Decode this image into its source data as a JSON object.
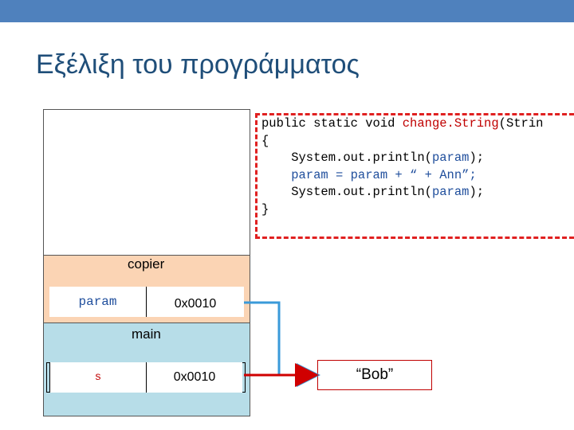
{
  "header": {
    "title": "Εξέλιξη του προγράμματος"
  },
  "stack": {
    "copier_frame": {
      "label": "copier",
      "var_name": "param",
      "var_value": "0x0010"
    },
    "main_frame": {
      "label": "main",
      "var_name": "s",
      "var_value": "0x0010"
    }
  },
  "heap": {
    "string_value": "“Bob”"
  },
  "code": {
    "line1": {
      "kw": "public static void ",
      "name": "change.String",
      "rest": "(Strin"
    },
    "line2": "{",
    "line3": {
      "prefix": "    System.out.println(",
      "arg": "param",
      "suffix": ");"
    },
    "line4": "    param = param + “ + Ann”;",
    "line5": {
      "prefix": "    System.out.println(",
      "arg": "param",
      "suffix": ");"
    },
    "line6": "}"
  },
  "colors": {
    "topbar": "#4f81bd",
    "title": "#1f4e79",
    "copier_bg": "#fbd4b4",
    "main_bg": "#b7dde8",
    "arrow_blue": "#3a9ad9",
    "arrow_red": "#d00000",
    "code_border": "#e02020"
  }
}
